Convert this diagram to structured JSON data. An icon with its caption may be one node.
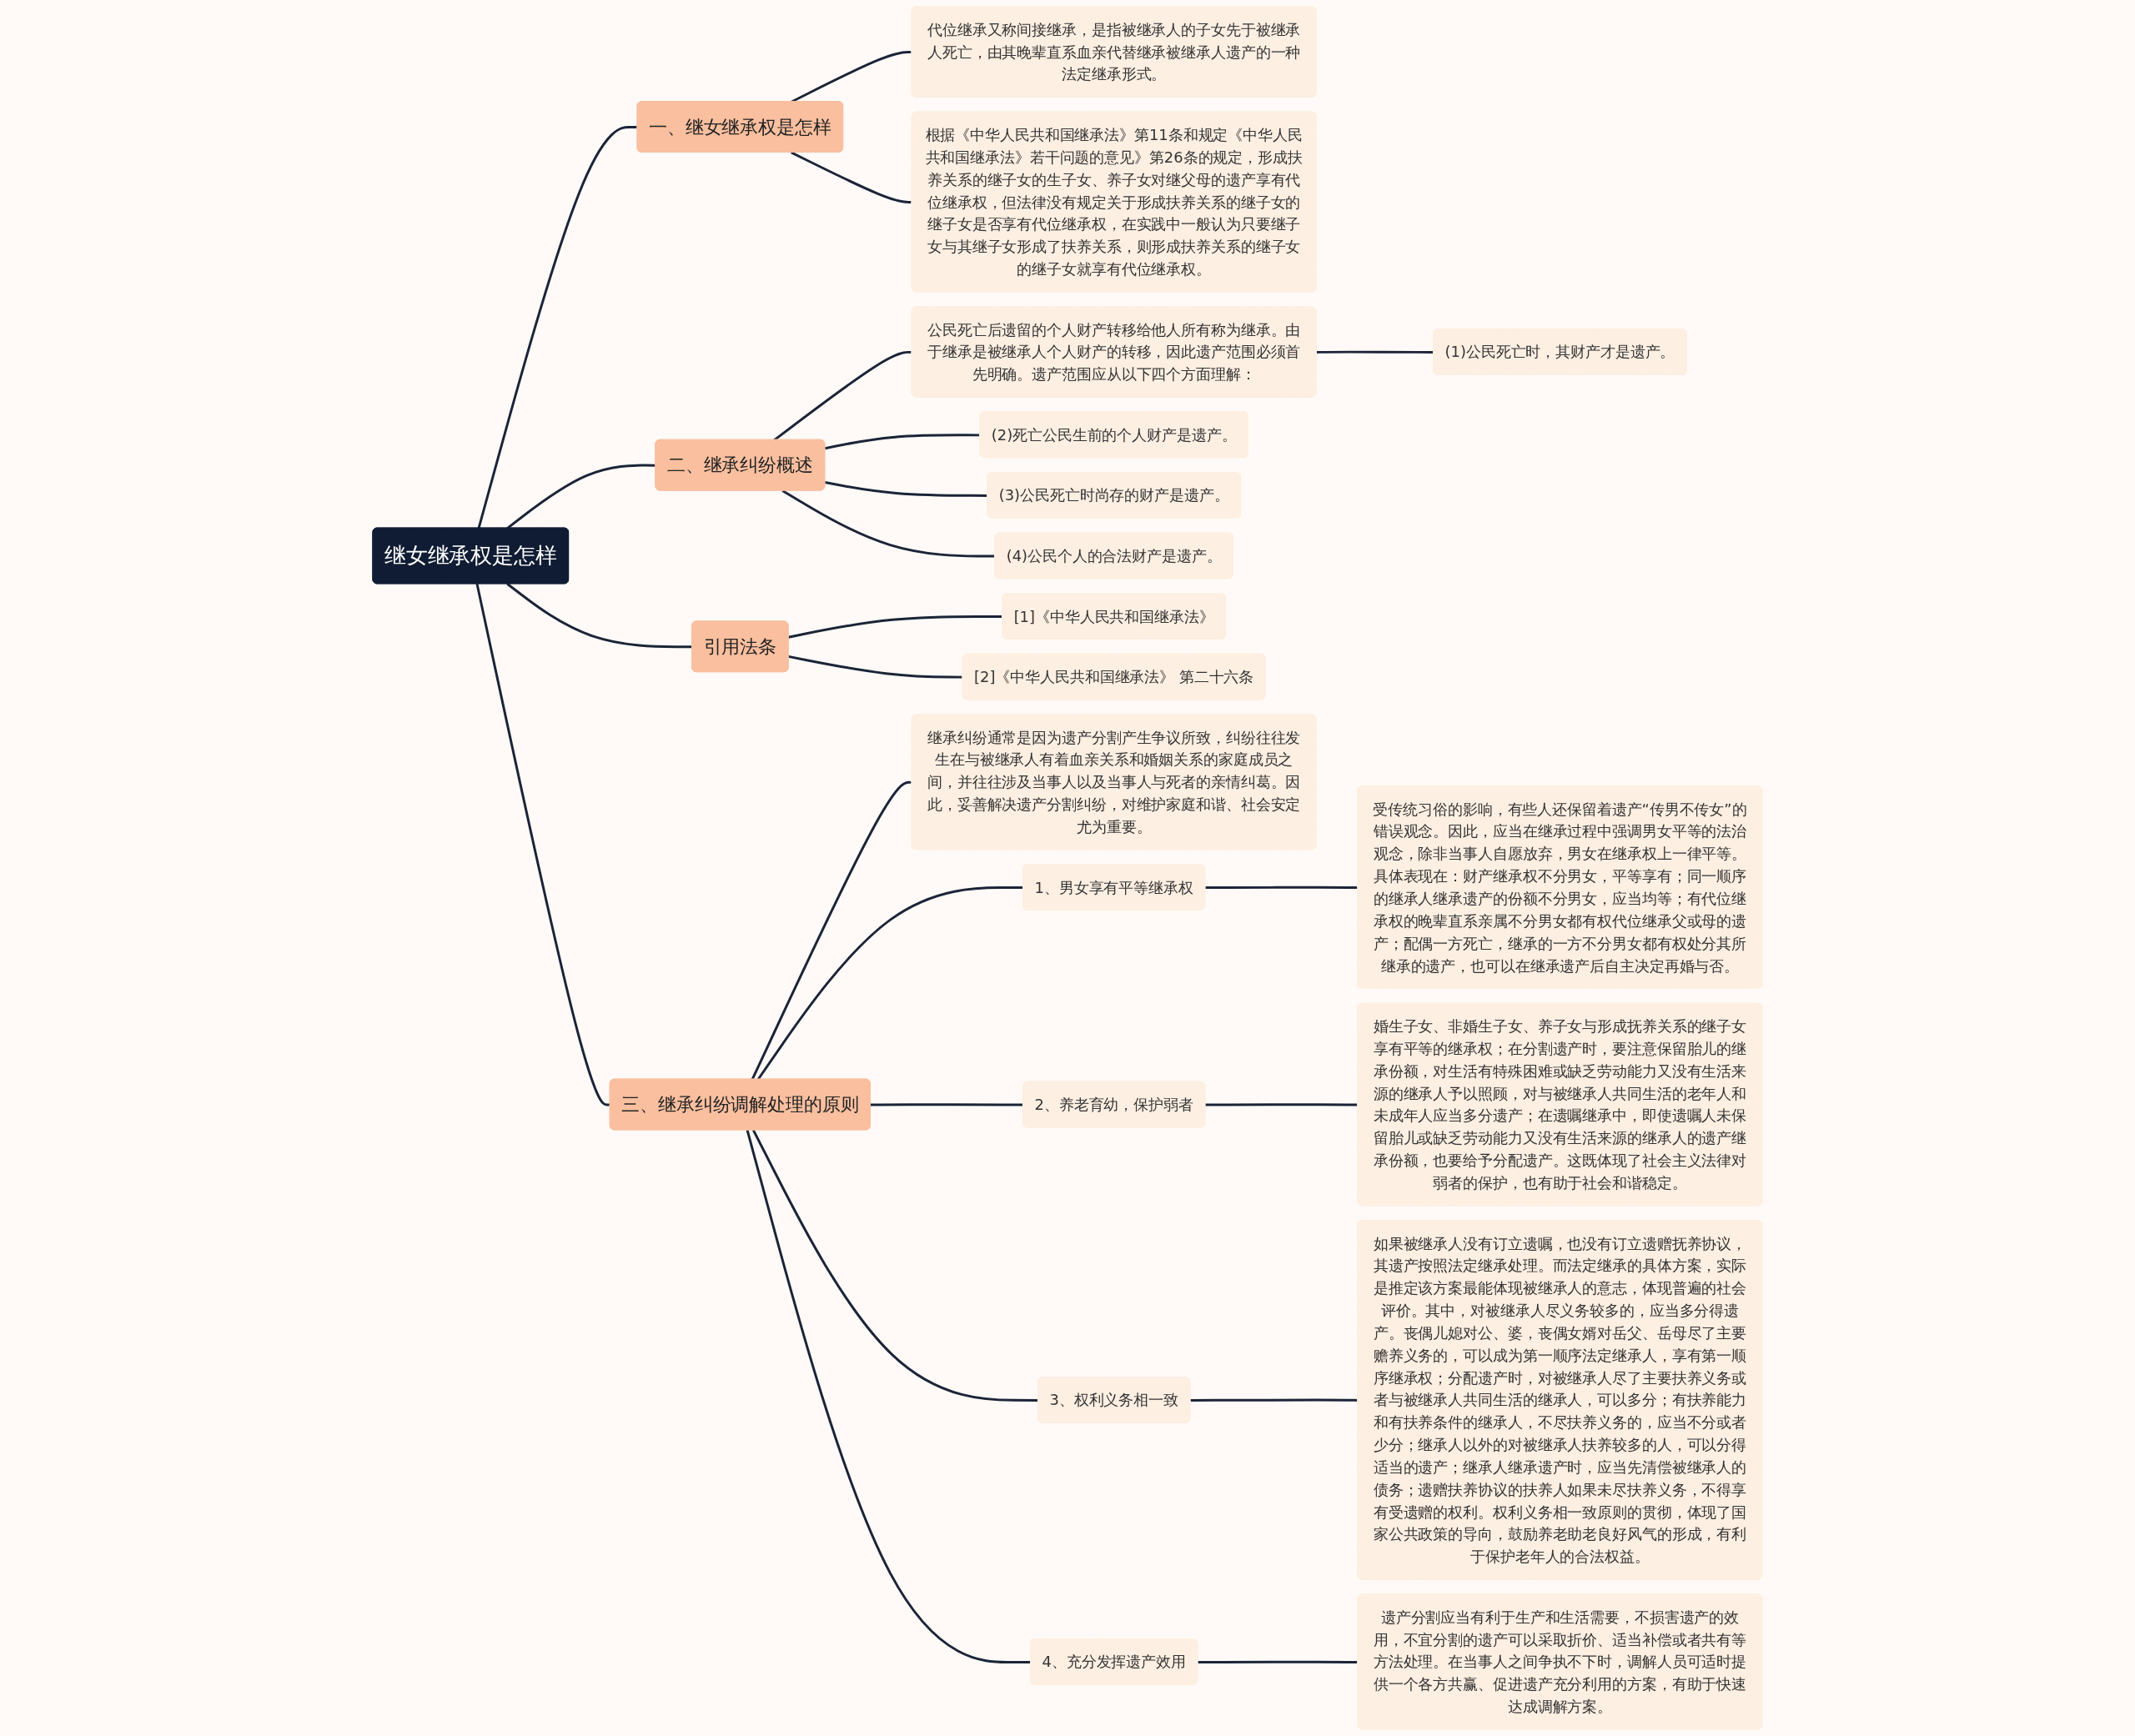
{
  "diagram": {
    "nodes": [
      {
        "text": [
          "继女继承权是怎样"
        ]
      },
      {
        "text": [
          "一、继女继承权是怎样"
        ]
      },
      {
        "text": [
          "代位继承又称间接继承，是指被继承人的子女先于被继承人死亡，由其晚辈直系血亲代替继承被继承人遗产的一种法定继承形式。"
        ]
      },
      {
        "text": [
          "根据《中华人民共和国继承法》第11条和规定《中华人民共和国继承法》若干问题的意见》第26条的规定，形成扶养关系的继子女的生子女、养子女对继父母的遗产享有代位继承权，但法律没有规定关于形成扶养关系的继子女的继子女是否享有代位继承权，在实践中一般认为只要继子女与其继子女形成了扶养关系，则形成扶养关系的继子女的继子女就享有代位继承权。"
        ]
      },
      {
        "text": [
          "二、继承纠纷概述"
        ]
      },
      {
        "text": [
          "公民死亡后遗留的个人财产转移给他人所有称为继承。由于继承是被继承人个人财产的转移，因此遗产范围必须首先明确。遗产范围应从以下四个方面理解："
        ]
      },
      {
        "text": [
          "(1)公民死亡时，其财产才是遗产。"
        ]
      },
      {
        "text": [
          "(2)死亡公民生前的个人财产是遗产。"
        ]
      },
      {
        "text": [
          "(3)公民死亡时尚存的财产是遗产。"
        ]
      },
      {
        "text": [
          "(4)公民个人的合法财产是遗产。"
        ]
      },
      {
        "text": [
          "引用法条"
        ]
      },
      {
        "text": [
          "[1]《中华人民共和国继承法》"
        ]
      },
      {
        "text": [
          "[2]《中华人民共和国继承法》 第二十六条"
        ]
      },
      {
        "text": [
          "三、继承纠纷调解处理的原则"
        ]
      },
      {
        "text": [
          "继承纠纷通常是因为遗产分割产生争议所致，纠纷往往发生在与被继承人有着血亲关系和婚姻关系的家庭成员之间，并往往涉及当事人以及当事人与死者的亲情纠葛。因此，妥善解决遗产分割纠纷，对维护家庭和谐、社会安定尤为重要。"
        ]
      },
      {
        "text": [
          "1、男女享有平等继承权"
        ]
      },
      {
        "text": [
          "受传统习俗的影响，有些人还保留着遗产“传男不传女”的错误观念。因此，应当在继承过程中强调男女平等的法治观念，除非当事人自愿放弃，男女在继承权上一律平等。具体表现在：财产继承权不分男女，平等享有；同一顺序的继承人继承遗产的份额不分男女，应当均等；有代位继承权的晚辈直系亲属不分男女都有权代位继承父或母的遗产；配偶一方死亡，继承的一方不分男女都有权处分其所继承的遗产，也可以在继承遗产后自主决定再婚与否。"
        ]
      },
      {
        "text": [
          "2、养老育幼，保护弱者"
        ]
      },
      {
        "text": [
          "婚生子女、非婚生子女、养子女与形成抚养关系的继子女享有平等的继承权；在分割遗产时，要注意保留胎儿的继承份额，对生活有特殊困难或缺乏劳动能力又没有生活来源的继承人予以照顾，对与被继承人共同生活的老年人和未成年人应当多分遗产；在遗嘱继承中，即使遗嘱人未保留胎儿或缺乏劳动能力又没有生活来源的继承人的遗产继承份额，也要给予分配遗产。这既体现了社会主义法律对弱者的保护，也有助于社会和谐稳定。"
        ]
      },
      {
        "text": [
          "3、权利义务相一致"
        ]
      },
      {
        "text": [
          "如果被继承人没有订立遗嘱，也没有订立遗赠抚养协议，其遗产按照法定继承处理。而法定继承的具体方案，实际是推定该方案最能体现被继承人的意志，体现普遍的社会评价。其中，对被继承人尽义务较多的，应当多分得遗产。丧偶儿媳对公、婆，丧偶女婿对岳父、岳母尽了主要赡养义务的，可以成为第一顺序法定继承人，享有第一顺序继承权；分配遗产时，对被继承人尽了主要扶养义务或者与被继承人共同生活的继承人，可以多分；有扶养能力和有扶养条件的继承人，不尽扶养义务的，应当不分或者少分；继承人以外的对被继承人扶养较多的人，可以分得适当的遗产；继承人继承遗产时，应当先清偿被继承人的债务；遗赠扶养协议的扶养人如果未尽扶养义务，不得享有受遗赠的权利。权利义务相一致原则的贯彻，体现了国家公共政策的导向，鼓励养老助老良好风气的形成，有利于保护老年人的合法权益。"
        ]
      },
      {
        "text": [
          "4、充分发挥遗产效用"
        ]
      },
      {
        "text": [
          "遗产分割应当有利于生产和生活需要，不损害遗产的效用，不宜分割的遗产可以采取折价、适当补偿或者共有等方法处理。在当事人之间争执不下时，调解人员可适时提供一个各方共赢、促进遗产充分利用的方案，有助于快速达成调解方案。"
        ]
      }
    ],
    "edges": [
      {
        "from": 0,
        "to": 1,
        "arrow": "none"
      },
      {
        "from": 1,
        "to": 2,
        "arrow": "none"
      },
      {
        "from": 1,
        "to": 3,
        "arrow": "none"
      },
      {
        "from": 0,
        "to": 4,
        "arrow": "none"
      },
      {
        "from": 4,
        "to": 5,
        "arrow": "none"
      },
      {
        "from": 5,
        "to": 6,
        "arrow": "none"
      },
      {
        "from": 4,
        "to": 7,
        "arrow": "none"
      },
      {
        "from": 4,
        "to": 8,
        "arrow": "none"
      },
      {
        "from": 4,
        "to": 9,
        "arrow": "none"
      },
      {
        "from": 0,
        "to": 10,
        "arrow": "none"
      },
      {
        "from": 10,
        "to": 11,
        "arrow": "none"
      },
      {
        "from": 10,
        "to": 12,
        "arrow": "none"
      },
      {
        "from": 0,
        "to": 13,
        "arrow": "none"
      },
      {
        "from": 13,
        "to": 14,
        "arrow": "none"
      },
      {
        "from": 13,
        "to": 15,
        "arrow": "none"
      },
      {
        "from": 15,
        "to": 16,
        "arrow": "none"
      },
      {
        "from": 13,
        "to": 17,
        "arrow": "none"
      },
      {
        "from": 17,
        "to": 18,
        "arrow": "none"
      },
      {
        "from": 13,
        "to": 19,
        "arrow": "none"
      },
      {
        "from": 19,
        "to": 20,
        "arrow": "none"
      },
      {
        "from": 13,
        "to": 21,
        "arrow": "none"
      },
      {
        "from": 21,
        "to": 22,
        "arrow": "none"
      }
    ]
  }
}
